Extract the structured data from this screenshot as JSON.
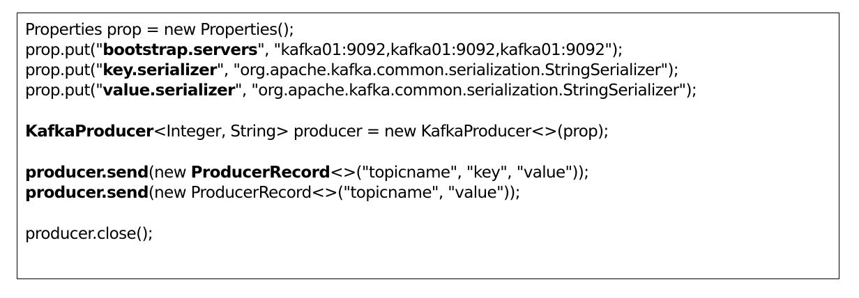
{
  "code": {
    "line1": "Properties prop = new Properties();",
    "line2": {
      "prefix": "prop.put(\"",
      "key": "bootstrap.servers",
      "suffix": "\", \"kafka01:9092,kafka01:9092,kafka01:9092\");"
    },
    "line3": {
      "prefix": "prop.put(\"",
      "key": "key.serializer",
      "suffix": "\", \"org.apache.kafka.common.serialization.StringSerializer\");"
    },
    "line4": {
      "prefix": "prop.put(\"",
      "key": "value.serializer",
      "suffix": "\", \"org.apache.kafka.common.serialization.StringSerializer\");"
    },
    "line5": {
      "class_name": "KafkaProducer",
      "rest": "<Integer, String> producer = new KafkaProducer<>(prop);"
    },
    "line6": {
      "call": "producer.send",
      "middle": "(new ",
      "record": "ProducerRecord",
      "rest": "<>(\"topicname\", \"key\", \"value\"));"
    },
    "line7": {
      "call": "producer.send",
      "rest": "(new ProducerRecord<>(\"topicname\", \"value\"));"
    },
    "line8": "producer.close();"
  }
}
